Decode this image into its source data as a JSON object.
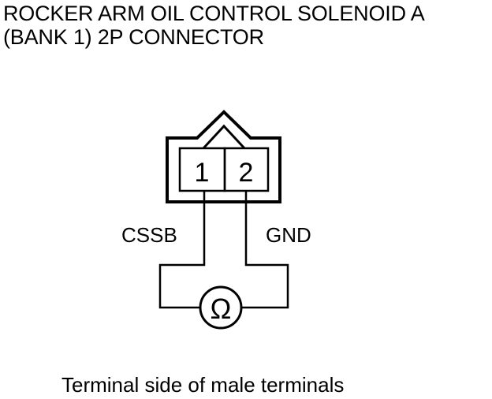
{
  "title": {
    "line1": "ROCKER ARM OIL CONTROL SOLENOID A",
    "line2": "(BANK 1) 2P CONNECTOR"
  },
  "connector": {
    "terminals": [
      {
        "number": "1",
        "signal": "CSSB"
      },
      {
        "number": "2",
        "signal": "GND"
      }
    ]
  },
  "meter": {
    "symbol": "Ω"
  },
  "caption": "Terminal side of male terminals"
}
